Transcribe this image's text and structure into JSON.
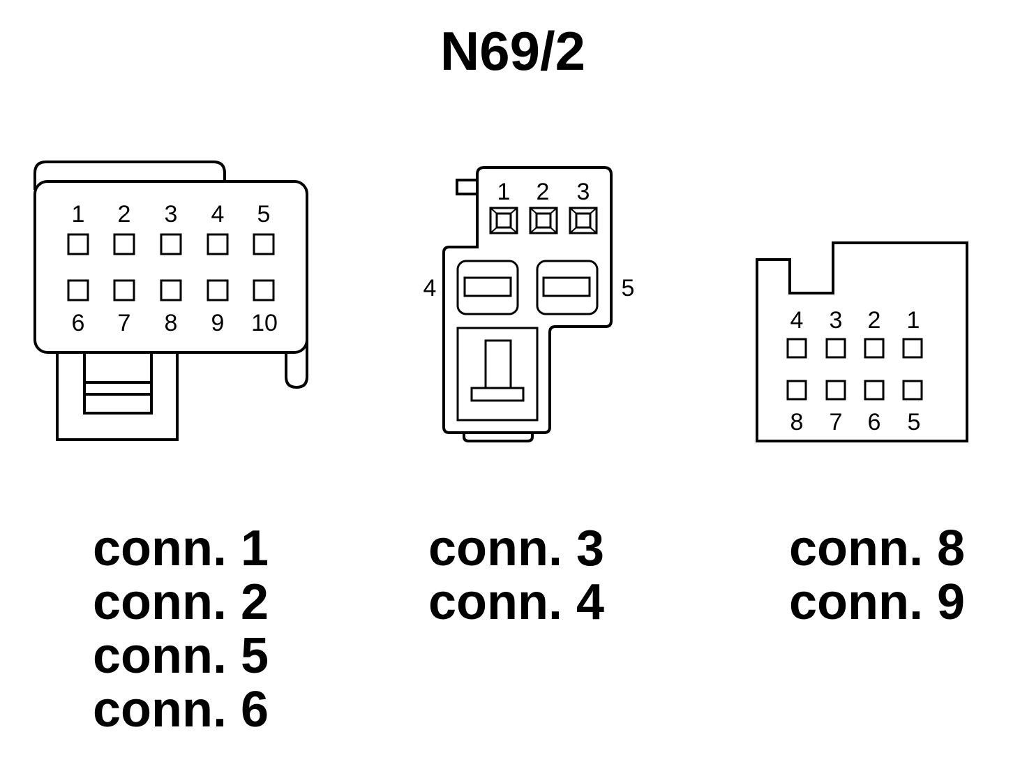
{
  "title": "N69/2",
  "connectors": [
    {
      "id": "left",
      "pins_top": [
        "1",
        "2",
        "3",
        "4",
        "5"
      ],
      "pins_bottom": [
        "6",
        "7",
        "8",
        "9",
        "10"
      ],
      "labels": [
        "conn. 1",
        "conn. 2",
        "conn. 5",
        "conn. 6"
      ]
    },
    {
      "id": "middle",
      "pins_top": [
        "1",
        "2",
        "3"
      ],
      "pin_left": "4",
      "pin_right": "5",
      "labels": [
        "conn. 3",
        "conn. 4"
      ]
    },
    {
      "id": "right",
      "pins_top": [
        "4",
        "3",
        "2",
        "1"
      ],
      "pins_bottom": [
        "8",
        "7",
        "6",
        "5"
      ],
      "labels": [
        "conn. 8",
        "conn. 9"
      ]
    }
  ]
}
